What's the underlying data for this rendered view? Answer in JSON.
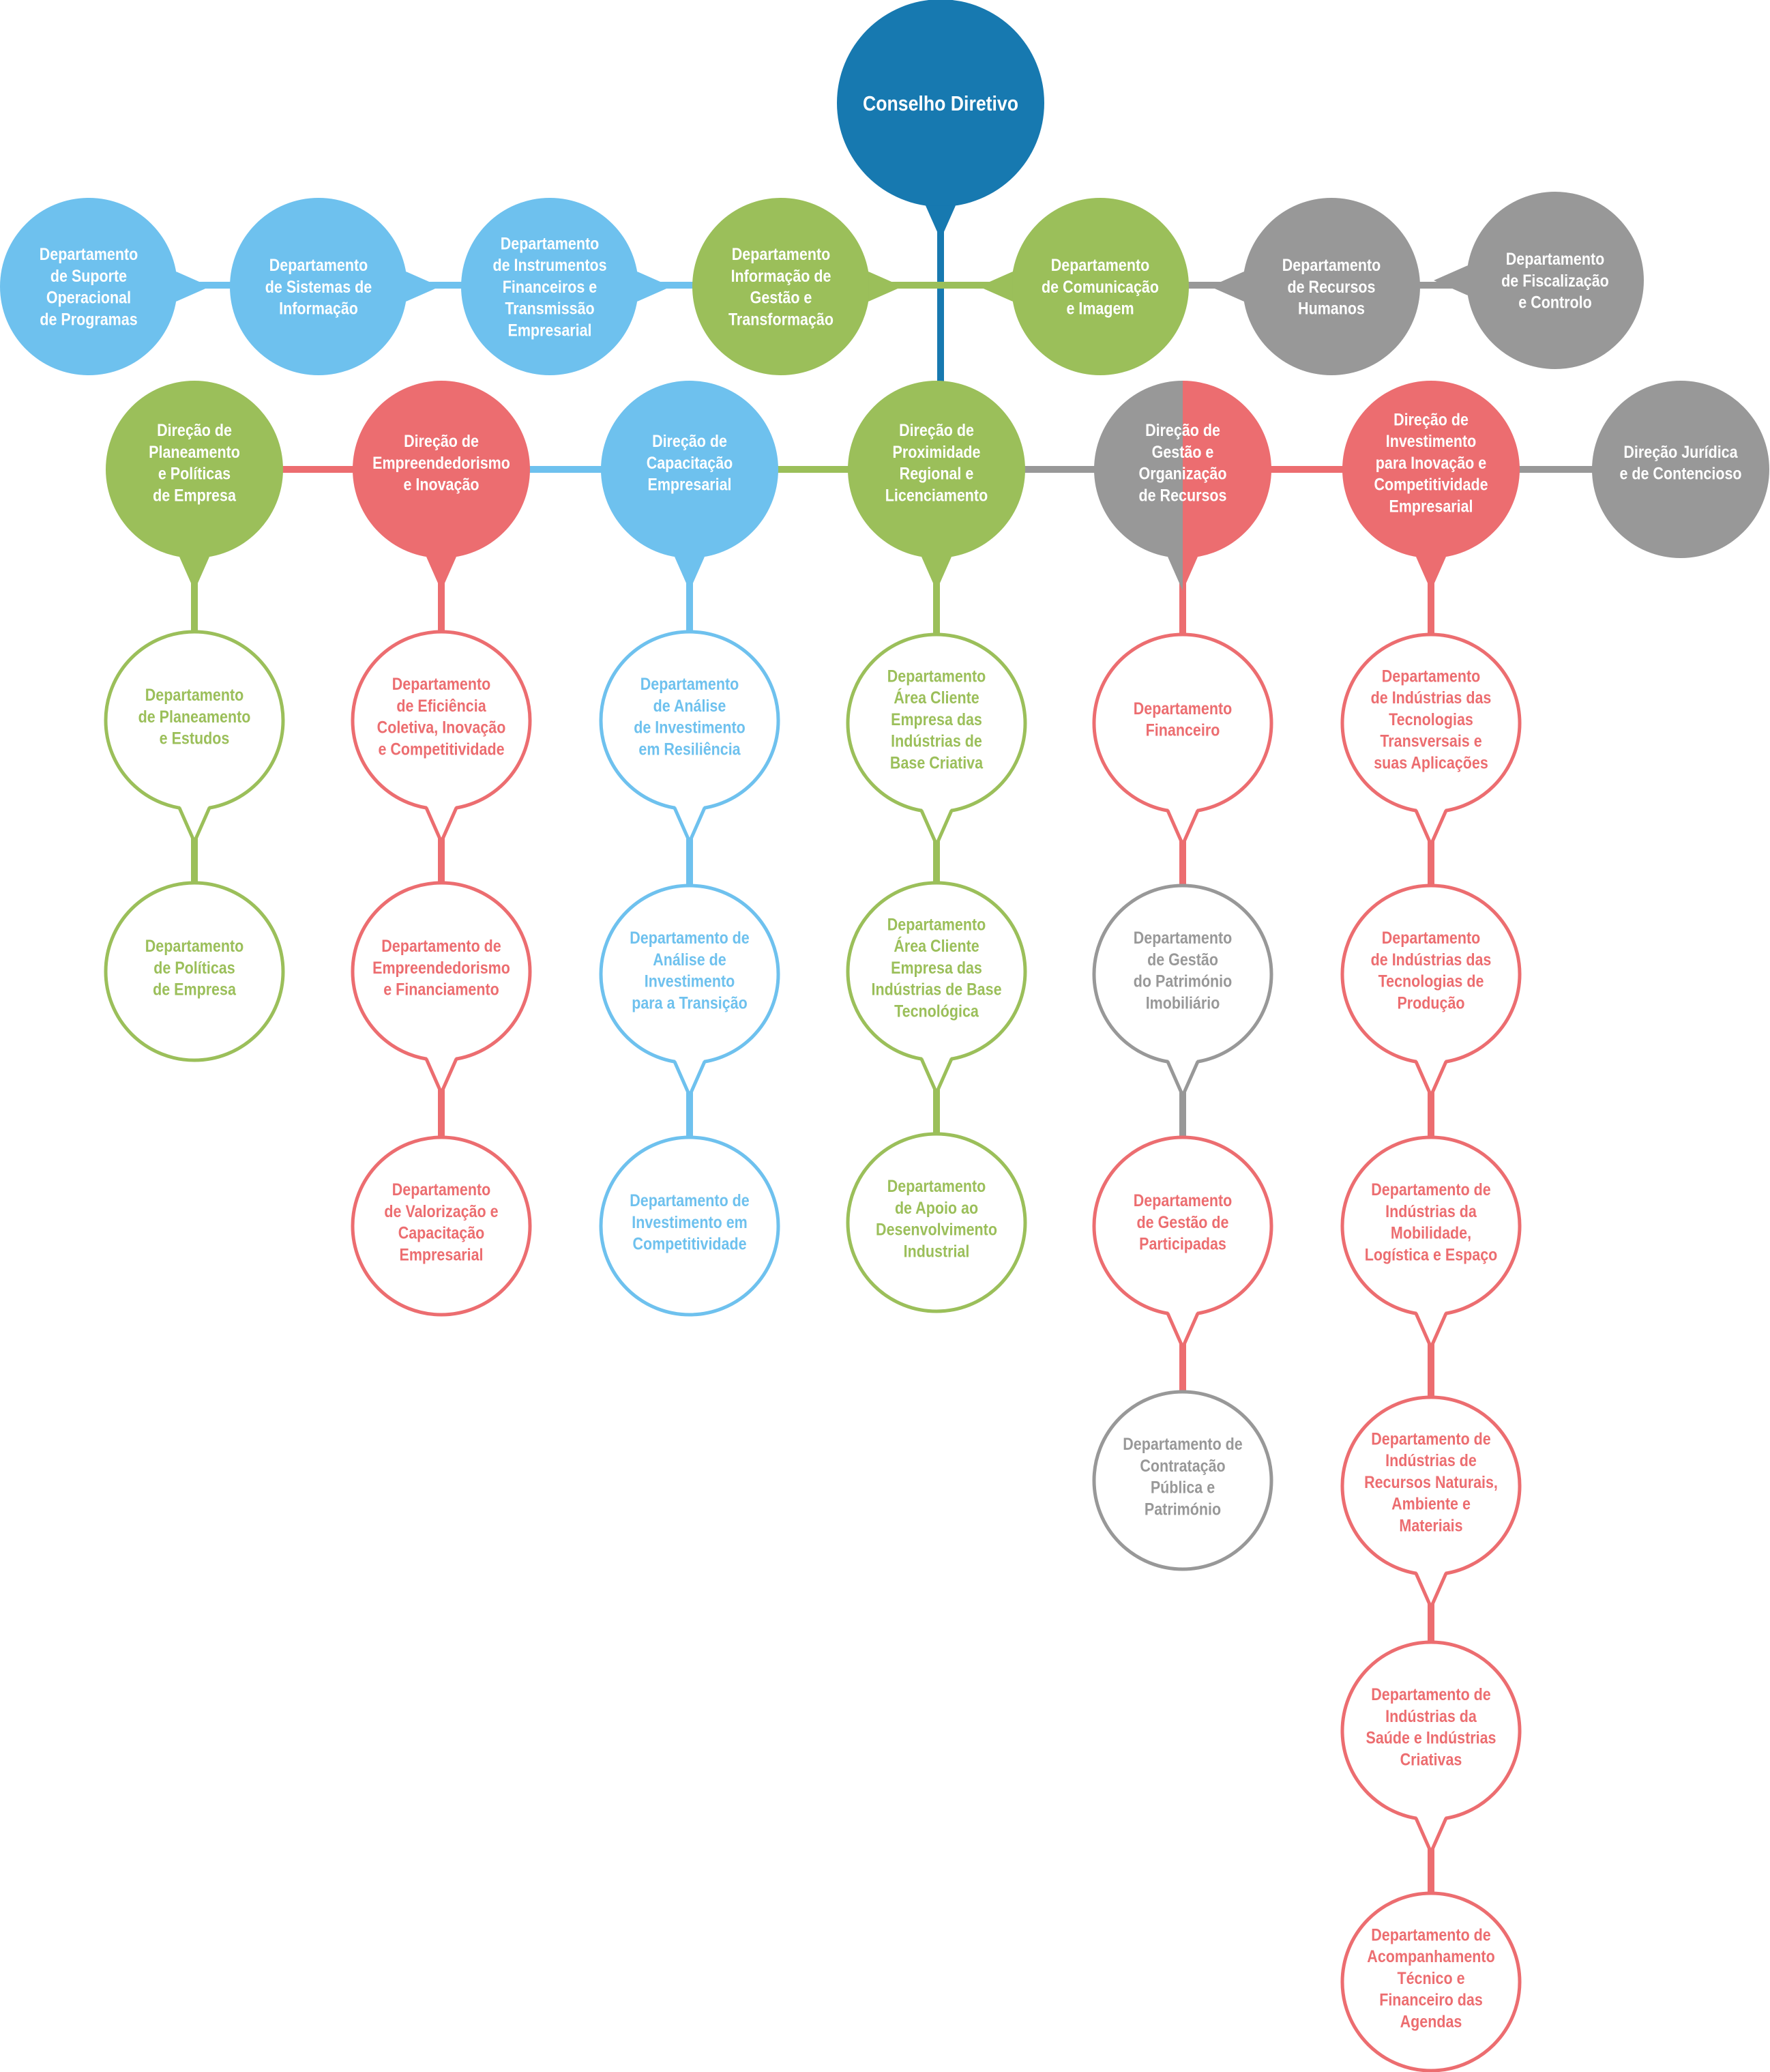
{
  "colors": {
    "dark_blue": "#1779b0",
    "blue": "#6ec1ee",
    "green": "#9bbf5a",
    "red": "#ec6d70",
    "gray": "#989898"
  },
  "council": {
    "lines": [
      "Conselho Diretivo"
    ],
    "color": "dark_blue"
  },
  "departments_top": [
    {
      "lines": [
        "Departamento",
        "de Suporte",
        "Operacional",
        "de Programas"
      ],
      "color": "blue"
    },
    {
      "lines": [
        "Departamento",
        "de Sistemas de",
        "Informação"
      ],
      "color": "blue"
    },
    {
      "lines": [
        "Departamento",
        "de Instrumentos",
        "Financeiros e",
        "Transmissão",
        "Empresarial"
      ],
      "color": "blue"
    },
    {
      "lines": [
        "Departamento",
        "Informação de",
        "Gestão e",
        "Transformação"
      ],
      "color": "green"
    },
    {
      "lines": [
        "Departamento",
        "de Comunicação",
        "e Imagem"
      ],
      "color": "green"
    },
    {
      "lines": [
        "Departamento",
        "de Recursos",
        "Humanos"
      ],
      "color": "gray"
    },
    {
      "lines": [
        "Departamento",
        "de Fiscalização",
        "e Controlo"
      ],
      "color": "gray"
    }
  ],
  "directorates": [
    {
      "lines": [
        "Direção de",
        "Planeamento",
        "e Políticas",
        "de Empresa"
      ],
      "color": "green",
      "children": [
        {
          "lines": [
            "Departamento",
            "de Planeamento",
            "e Estudos"
          ],
          "color": "green"
        },
        {
          "lines": [
            "Departamento",
            "de Políticas",
            "de Empresa"
          ],
          "color": "green"
        }
      ]
    },
    {
      "lines": [
        "Direção de",
        "Empreendedorismo",
        "e Inovação"
      ],
      "color": "red",
      "children": [
        {
          "lines": [
            "Departamento",
            "de Eficiência",
            "Coletiva, Inovação",
            "e Competitividade"
          ],
          "color": "red"
        },
        {
          "lines": [
            "Departamento de",
            "Empreendedorismo",
            "e Financiamento"
          ],
          "color": "red"
        },
        {
          "lines": [
            "Departamento",
            "de Valorização e",
            "Capacitação",
            "Empresarial"
          ],
          "color": "red"
        }
      ]
    },
    {
      "lines": [
        "Direção de",
        "Capacitação",
        "Empresarial"
      ],
      "color": "blue",
      "children": [
        {
          "lines": [
            "Departamento",
            "de Análise",
            "de Investimento",
            "em Resiliência"
          ],
          "color": "blue"
        },
        {
          "lines": [
            "Departamento de",
            "Análise de",
            "Investimento",
            "para a Transição"
          ],
          "color": "blue"
        },
        {
          "lines": [
            "Departamento de",
            "Investimento em",
            "Competitividade"
          ],
          "color": "blue"
        }
      ]
    },
    {
      "lines": [
        "Direção de",
        "Proximidade",
        "Regional e",
        "Licenciamento"
      ],
      "color": "green",
      "children": [
        {
          "lines": [
            "Departamento",
            "Área Cliente",
            "Empresa das",
            "Indústrias de",
            "Base Criativa"
          ],
          "color": "green"
        },
        {
          "lines": [
            "Departamento",
            "Área Cliente",
            "Empresa das",
            "Indústrias de Base",
            "Tecnológica"
          ],
          "color": "green"
        },
        {
          "lines": [
            "Departamento",
            "de Apoio ao",
            "Desenvolvimento",
            "Industrial"
          ],
          "color": "green"
        }
      ]
    },
    {
      "lines": [
        "Direção de",
        "Gestão e",
        "Organização",
        "de Recursos"
      ],
      "color": "split",
      "children": [
        {
          "lines": [
            "Departamento",
            "Financeiro"
          ],
          "color": "red"
        },
        {
          "lines": [
            "Departamento",
            "de Gestão",
            "do Património",
            "Imobiliário"
          ],
          "color": "gray"
        },
        {
          "lines": [
            "Departamento",
            "de Gestão de",
            "Participadas"
          ],
          "color": "red"
        },
        {
          "lines": [
            "Departamento de",
            "Contratação",
            "Pública e",
            "Património"
          ],
          "color": "gray"
        }
      ]
    },
    {
      "lines": [
        "Direção de",
        "Investimento",
        "para Inovação e",
        "Competitividade",
        "Empresarial"
      ],
      "color": "red",
      "children": [
        {
          "lines": [
            "Departamento",
            "de Indústrias das",
            "Tecnologias",
            "Transversais e",
            "suas Aplicações"
          ],
          "color": "red"
        },
        {
          "lines": [
            "Departamento",
            "de Indústrias das",
            "Tecnologias de",
            "Produção"
          ],
          "color": "red"
        },
        {
          "lines": [
            "Departamento de",
            "Indústrias da",
            "Mobilidade,",
            "Logística e Espaço"
          ],
          "color": "red"
        },
        {
          "lines": [
            "Departamento de",
            "Indústrias de",
            "Recursos Naturais,",
            "Ambiente e",
            "Materiais"
          ],
          "color": "red"
        },
        {
          "lines": [
            "Departamento de",
            "Indústrias da",
            "Saúde e Indústrias",
            "Criativas"
          ],
          "color": "red"
        },
        {
          "lines": [
            "Departamento de",
            "Acompanhamento",
            "Técnico e",
            "Financeiro das",
            "Agendas"
          ],
          "color": "red"
        }
      ]
    },
    {
      "lines": [
        "Direção Jurídica",
        "e de Contencioso"
      ],
      "color": "gray",
      "children": []
    }
  ]
}
